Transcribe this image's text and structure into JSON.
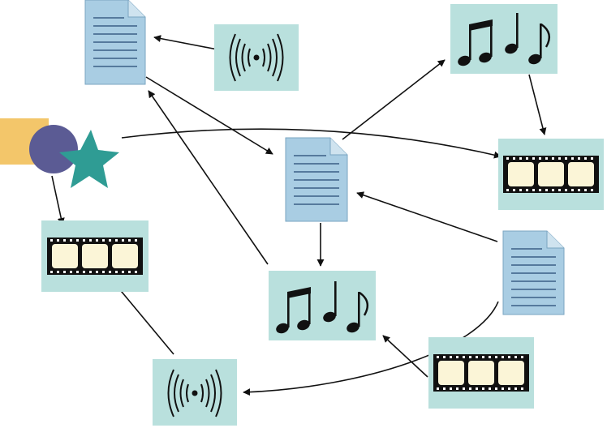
{
  "diagram": {
    "colors": {
      "panel": "#b9e0dd",
      "doc": "#a9cde3",
      "doc_lines": "#3b5f86",
      "ink": "#111111",
      "arrow": "#111111",
      "shape_square": "#f3c66a",
      "shape_circle": "#5b5b94",
      "shape_star": "#2f9c94"
    },
    "nodes": [
      {
        "id": "doc-top",
        "kind": "document"
      },
      {
        "id": "signal-top",
        "kind": "signal"
      },
      {
        "id": "music-top-right",
        "kind": "music"
      },
      {
        "id": "shapes",
        "kind": "shapes"
      },
      {
        "id": "doc-center",
        "kind": "document"
      },
      {
        "id": "film-right",
        "kind": "film"
      },
      {
        "id": "film-left",
        "kind": "film"
      },
      {
        "id": "doc-right",
        "kind": "document"
      },
      {
        "id": "music-center",
        "kind": "music"
      },
      {
        "id": "film-bottom-right",
        "kind": "film"
      },
      {
        "id": "signal-bottom",
        "kind": "signal"
      }
    ],
    "edges": [
      {
        "from": "signal-top",
        "to": "doc-top"
      },
      {
        "from": "doc-top",
        "to": "doc-center"
      },
      {
        "from": "doc-center",
        "to": "music-top-right"
      },
      {
        "from": "music-top-right",
        "to": "film-right"
      },
      {
        "from": "shapes",
        "to": "film-right"
      },
      {
        "from": "shapes",
        "to": "film-left"
      },
      {
        "from": "doc-right",
        "to": "doc-center"
      },
      {
        "from": "doc-center",
        "to": "music-center"
      },
      {
        "from": "music-center",
        "to": "doc-top"
      },
      {
        "from": "film-bottom-right",
        "to": "music-center"
      },
      {
        "from": "doc-right",
        "to": "signal-bottom"
      },
      {
        "from": "signal-bottom",
        "to": "film-left"
      }
    ]
  }
}
